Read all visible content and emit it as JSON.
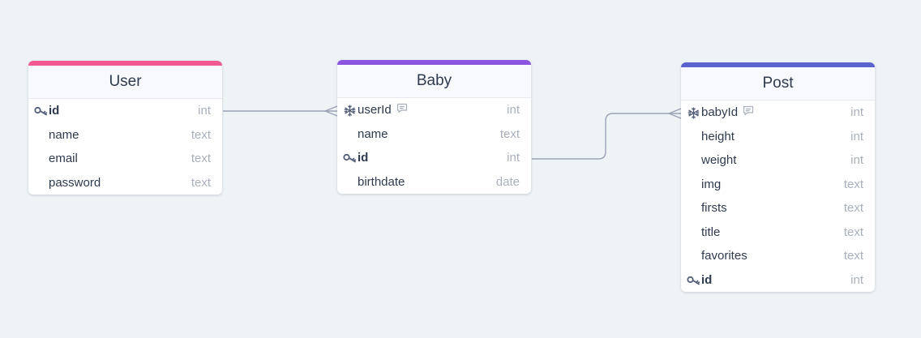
{
  "colors": {
    "background": "#eef3f6",
    "user_accent": "#ef5b90",
    "baby_accent": "#8b55e0",
    "post_accent": "#5a62cc",
    "connector": "#9aa3b4"
  },
  "tables": {
    "user": {
      "title": "User",
      "fields": [
        {
          "name": "id",
          "type": "int",
          "icon": "key-icon"
        },
        {
          "name": "name",
          "type": "text",
          "icon": ""
        },
        {
          "name": "email",
          "type": "text",
          "icon": ""
        },
        {
          "name": "password",
          "type": "text",
          "icon": ""
        }
      ]
    },
    "baby": {
      "title": "Baby",
      "fields": [
        {
          "name": "userId",
          "type": "int",
          "icon": "foreign-key-icon",
          "note": true
        },
        {
          "name": "name",
          "type": "text",
          "icon": ""
        },
        {
          "name": "id",
          "type": "int",
          "icon": "key-icon"
        },
        {
          "name": "birthdate",
          "type": "date",
          "icon": ""
        }
      ]
    },
    "post": {
      "title": "Post",
      "fields": [
        {
          "name": "babyId",
          "type": "int",
          "icon": "foreign-key-icon",
          "note": true
        },
        {
          "name": "height",
          "type": "int",
          "icon": ""
        },
        {
          "name": "weight",
          "type": "int",
          "icon": ""
        },
        {
          "name": "img",
          "type": "text",
          "icon": ""
        },
        {
          "name": "firsts",
          "type": "text",
          "icon": ""
        },
        {
          "name": "title",
          "type": "text",
          "icon": ""
        },
        {
          "name": "favorites",
          "type": "text",
          "icon": ""
        },
        {
          "name": "id",
          "type": "int",
          "icon": "key-icon"
        }
      ]
    }
  },
  "relationships": [
    {
      "from": "User.id",
      "to": "Baby.userId",
      "cardinality": "one-to-many"
    },
    {
      "from": "Baby.id",
      "to": "Post.babyId",
      "cardinality": "one-to-many"
    }
  ]
}
